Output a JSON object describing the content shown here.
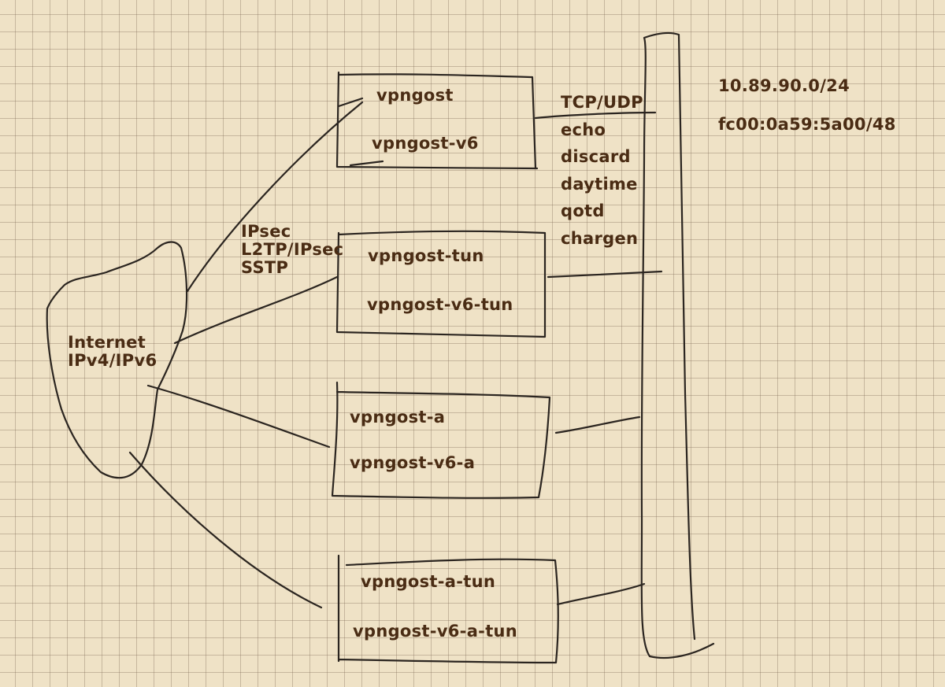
{
  "internet": {
    "lines": [
      "Internet",
      "IPv4/IPv6"
    ]
  },
  "protocols": {
    "lines": [
      "IPsec",
      "L2TP/IPsec",
      "SSTP"
    ]
  },
  "servers": [
    {
      "primary": "vpngost",
      "secondary": "vpngost-v6"
    },
    {
      "primary": "vpngost-tun",
      "secondary": "vpngost-v6-tun"
    },
    {
      "primary": "vpngost-a",
      "secondary": "vpngost-v6-a"
    },
    {
      "primary": "vpngost-a-tun",
      "secondary": "vpngost-v6-a-tun"
    }
  ],
  "services": {
    "lines": [
      "TCP/UDP",
      "echo",
      "discard",
      "daytime",
      "qotd",
      "chargen"
    ]
  },
  "networks": {
    "ipv4": "10.89.90.0/24",
    "ipv6": "fc00:0a59:5a00/48"
  }
}
